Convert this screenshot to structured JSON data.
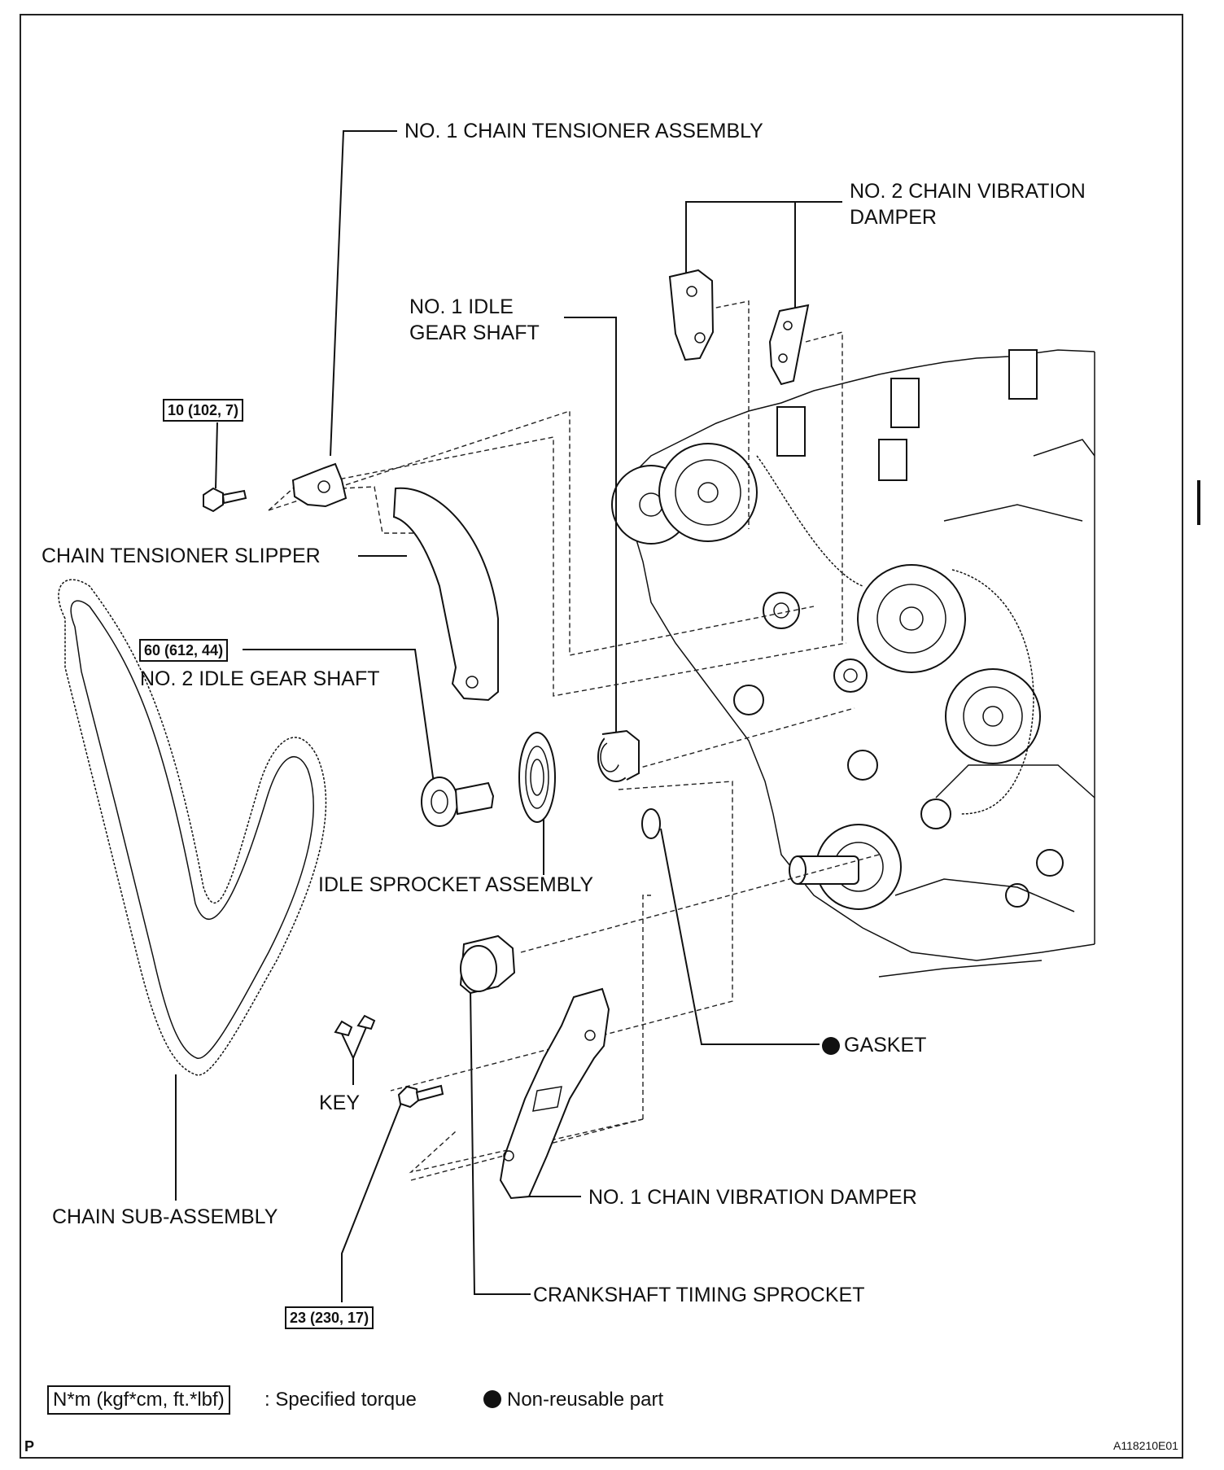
{
  "labels": {
    "tensioner": "NO. 1 CHAIN TENSIONER ASSEMBLY",
    "damper2_line1": "NO. 2 CHAIN VIBRATION",
    "damper2_line2": "DAMPER",
    "idle_shaft1_line1": "NO. 1 IDLE",
    "idle_shaft1_line2": "GEAR SHAFT",
    "slipper": "CHAIN TENSIONER SLIPPER",
    "idle_shaft2": "NO. 2 IDLE GEAR SHAFT",
    "idle_sprocket": "IDLE SPROCKET ASSEMBLY",
    "gasket": "GASKET",
    "key": "KEY",
    "damper1": "NO. 1 CHAIN VIBRATION DAMPER",
    "chain": "CHAIN SUB-ASSEMBLY",
    "crank_sprocket": "CRANKSHAFT TIMING SPROCKET"
  },
  "torques": {
    "tensioner_bolt": "10 (102, 7)",
    "idle_shaft2": "60 (612, 44)",
    "damper_bolt": "23 (230, 17)"
  },
  "legend": {
    "torque_unit": "N*m (kgf*cm, ft.*lbf)",
    "torque_desc": ": Specified torque",
    "nonreusable_desc": "Non-reusable part"
  },
  "corner": {
    "left": "P",
    "figure_id": "A118210E01"
  },
  "icons": {
    "non_reusable_marker": "filled-circle-icon"
  }
}
